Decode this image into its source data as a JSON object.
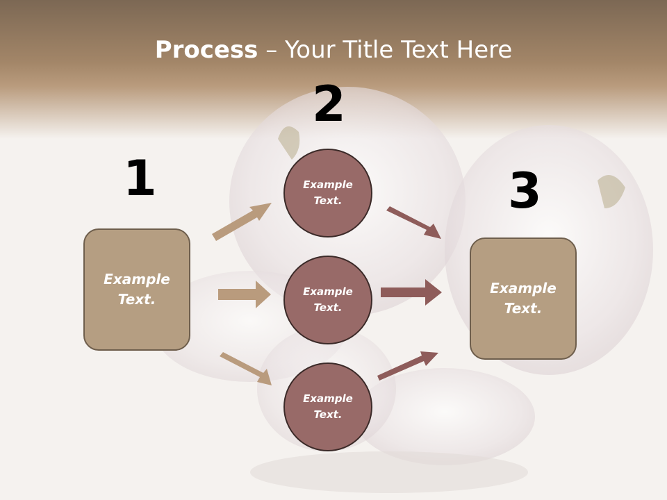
{
  "title": {
    "bold": "Process",
    "rest": " – Your Title Text Here"
  },
  "steps": {
    "one": "1",
    "two": "2",
    "three": "3"
  },
  "left_box": {
    "line1": "Example",
    "line2": "Text."
  },
  "right_box": {
    "line1": "Example",
    "line2": "Text."
  },
  "circles": [
    {
      "line1": "Example",
      "line2": "Text."
    },
    {
      "line1": "Example",
      "line2": "Text."
    },
    {
      "line1": "Example",
      "line2": "Text."
    }
  ],
  "colors": {
    "header": "#a38668",
    "box_fill": "#b59e82",
    "circle_fill": "#986a68",
    "arrow_tan": "#b99b7d",
    "arrow_red": "#8e5c5a"
  }
}
